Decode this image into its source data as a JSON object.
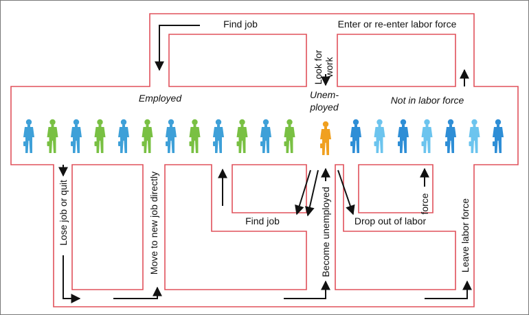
{
  "colors": {
    "outline": "#e0505a",
    "employed_figures": [
      "#3ea0d8",
      "#79c043"
    ],
    "unemployed_figure": "#f0a020",
    "not_in_labor_force_figures": [
      "#2e8ed6",
      "#6cc4ee"
    ],
    "arrow": "#111111"
  },
  "icons": {
    "worker": "person-figure-icon"
  },
  "headings": {
    "employed": "Employed",
    "unemployed_line1": "Unem-",
    "unemployed_line2": "ployed",
    "not_in_labor_force": "Not in labor force"
  },
  "labels": {
    "find_job_top": "Find job",
    "enter_reenter": "Enter or re-enter labor force",
    "look_for_work_line1": "Look for",
    "look_for_work_line2": "work",
    "lose_job": "Lose job or quit",
    "move_to_new_job": "Move to new job directly",
    "find_job_bottom": "Find job",
    "become_unemployed": "Become unemployed",
    "drop_out": "Drop out of labor",
    "drop_out_force": "force",
    "leave_labor_force": "Leave labor force"
  },
  "groups": {
    "employed_count": 12,
    "unemployed_count": 1,
    "not_in_labor_force_count": 7
  }
}
